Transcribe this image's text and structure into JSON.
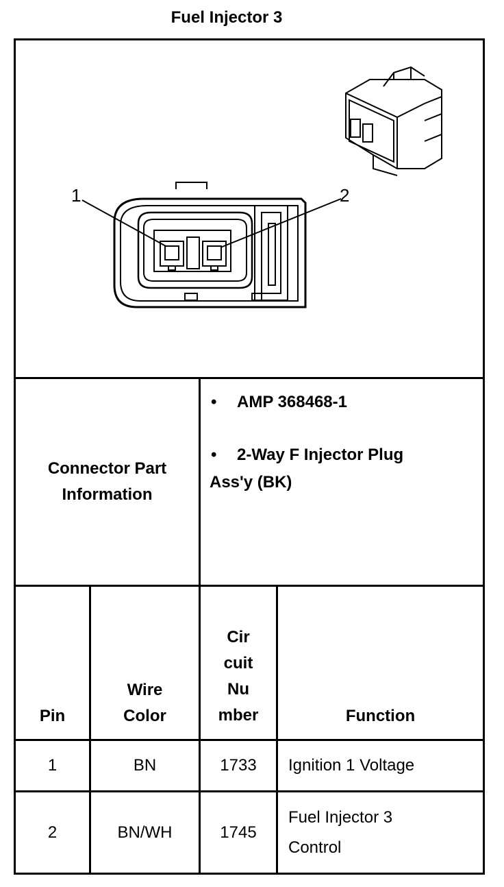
{
  "title": "Fuel Injector 3",
  "diagram": {
    "pin_callouts": [
      "1",
      "2"
    ]
  },
  "connector_info": {
    "label_line1": "Connector Part",
    "label_line2": "Information",
    "bullet": "•",
    "items": [
      {
        "line1": "AMP 368468-1"
      },
      {
        "line1": "2-Way F Injector Plug",
        "line2": "Ass'y (BK)"
      }
    ]
  },
  "table": {
    "headers": {
      "pin": "Pin",
      "wire_color": [
        "Wire",
        "Color"
      ],
      "circuit_number": [
        "Cir",
        "cuit",
        "Nu",
        "mber"
      ],
      "function": "Function"
    },
    "rows": [
      {
        "pin": "1",
        "wire_color": "BN",
        "circuit": "1733",
        "function": [
          "Ignition 1 Voltage"
        ]
      },
      {
        "pin": "2",
        "wire_color": "BN/WH",
        "circuit": "1745",
        "function": [
          "Fuel Injector 3",
          "Control"
        ]
      }
    ]
  }
}
